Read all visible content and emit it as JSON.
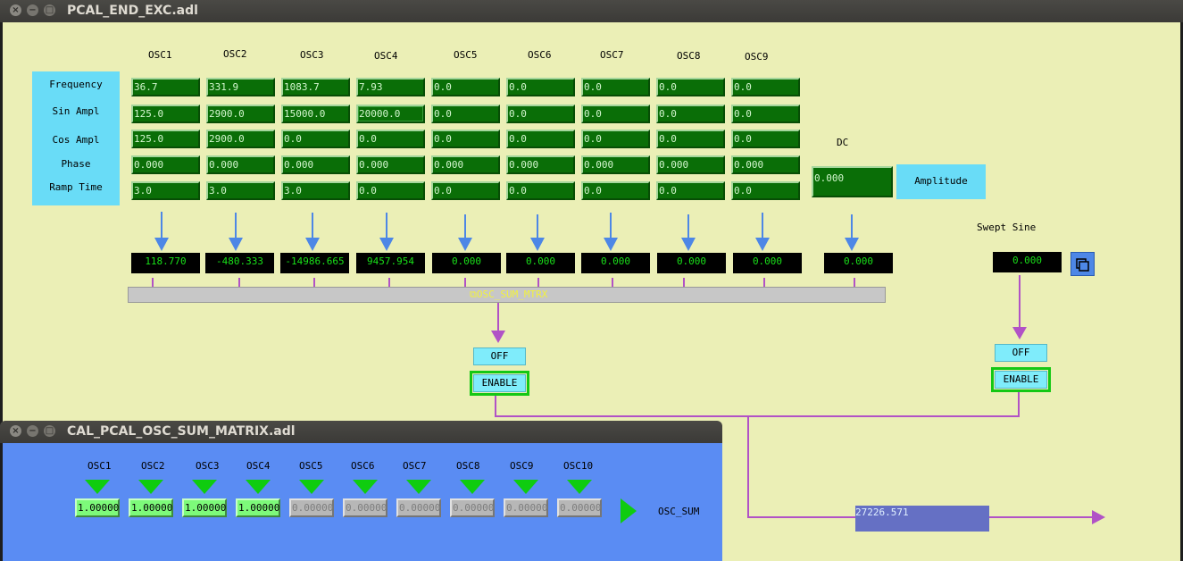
{
  "main_window": {
    "title": "PCAL_END_EXC.adl",
    "osc_headers": [
      "OSC1",
      "OSC2",
      "OSC3",
      "OSC4",
      "OSC5",
      "OSC6",
      "OSC7",
      "OSC8",
      "OSC9"
    ],
    "row_labels": [
      "Frequency",
      "Sin Ampl",
      "Cos Ampl",
      "Phase",
      "Ramp Time"
    ],
    "rows": {
      "frequency": [
        "36.7",
        "331.9",
        "1083.7",
        "7.93",
        "0.0",
        "0.0",
        "0.0",
        "0.0",
        "0.0"
      ],
      "sin_ampl": [
        "125.0",
        "2900.0",
        "15000.0",
        "20000.0",
        "0.0",
        "0.0",
        "0.0",
        "0.0",
        "0.0"
      ],
      "cos_ampl": [
        "125.0",
        "2900.0",
        "0.0",
        "0.0",
        "0.0",
        "0.0",
        "0.0",
        "0.0",
        "0.0"
      ],
      "phase": [
        "0.000",
        "0.000",
        "0.000",
        "0.000",
        "0.000",
        "0.000",
        "0.000",
        "0.000",
        "0.000"
      ],
      "ramp_time": [
        "3.0",
        "3.0",
        "3.0",
        "0.0",
        "0.0",
        "0.0",
        "0.0",
        "0.0",
        "0.0"
      ]
    },
    "dc": {
      "label": "DC",
      "value": "0.000",
      "amplitude_label": "Amplitude",
      "readback": "0.000"
    },
    "osc_readbacks": [
      "118.770",
      "-480.333",
      "-14986.665",
      "9457.954",
      "0.000",
      "0.000",
      "0.000",
      "0.000",
      "0.000"
    ],
    "osc_sum_matrix_label": "OSC_SUM_MTRX",
    "osc_sum_matrix_icon": "related-display-icon",
    "osc_off_label": "OFF",
    "osc_enable_label": "ENABLE",
    "swept_sine": {
      "label": "Swept Sine",
      "value": "0.000",
      "icon": "related-display-icon",
      "off_label": "OFF",
      "enable_label": "ENABLE"
    },
    "output_value": "27226.571",
    "colors": {
      "panel_bg": "#ebefb6",
      "field_green": "#0a6e07",
      "label_cyan": "#69dcf7",
      "arrow_blue": "#4d87e6",
      "arrow_purple": "#b152c6",
      "output_bar": "#6570c4"
    }
  },
  "sub_window": {
    "title": "CAL_PCAL_OSC_SUM_MATRIX.adl",
    "osc_headers": [
      "OSC1",
      "OSC2",
      "OSC3",
      "OSC4",
      "OSC5",
      "OSC6",
      "OSC7",
      "OSC8",
      "OSC9",
      "OSC10"
    ],
    "gains": [
      "1.00000",
      "1.00000",
      "1.00000",
      "1.00000",
      "0.00000",
      "0.00000",
      "0.00000",
      "0.00000",
      "0.00000",
      "0.00000"
    ],
    "sum_label": "OSC_SUM",
    "colors": {
      "panel_bg": "#5a8cf3",
      "gain_on": "#7dfa7a",
      "gain_off": "#b7b7b7",
      "arrow_green": "#0fcc0f"
    }
  }
}
